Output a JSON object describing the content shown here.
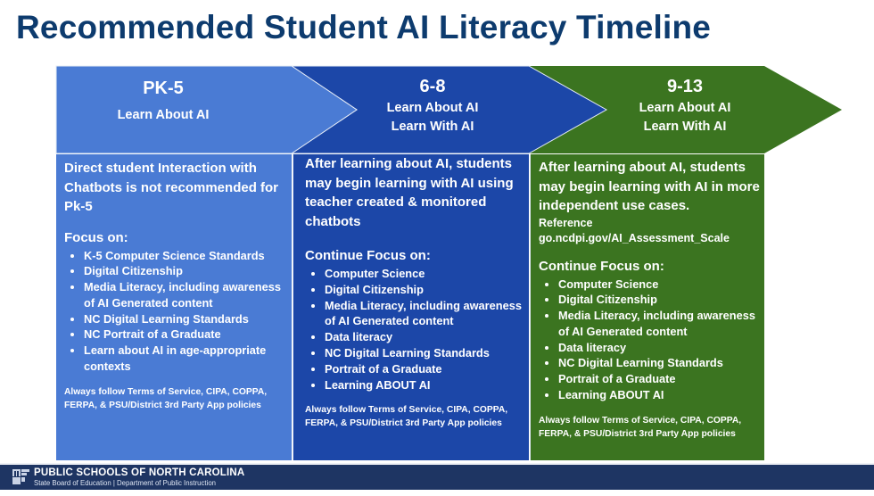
{
  "title": "Recommended Student AI Literacy Timeline",
  "colors": {
    "title": "#0d3b6e",
    "stage1": "#4a7bd4",
    "stage2": "#1c47a8",
    "stage3": "#3b7420",
    "footer": "#1e3563"
  },
  "stages": [
    {
      "grade": "PK-5",
      "subtitle_lines": [
        "Learn About AI"
      ],
      "intro": "Direct student Interaction with Chatbots is not recommended for Pk-5",
      "focus_label": "Focus on:",
      "items": [
        "K-5 Computer Science Standards",
        "Digital Citizenship",
        "Media Literacy, including awareness of AI Generated content",
        "NC Digital Learning Standards",
        "NC Portrait of a Graduate",
        "Learn about AI in age-appropriate contexts"
      ],
      "legal": "Always follow Terms of Service, CIPA, COPPA, FERPA, & PSU/District 3rd Party App policies"
    },
    {
      "grade": "6-8",
      "subtitle_lines": [
        "Learn About AI",
        "Learn  With AI"
      ],
      "intro": "After learning about AI, students may begin learning with AI using teacher created & monitored chatbots",
      "focus_label": "Continue Focus on:",
      "items": [
        "Computer Science",
        "Digital Citizenship",
        "Media Literacy, including awareness of AI Generated content",
        "Data literacy",
        "NC Digital Learning Standards",
        "Portrait of a Graduate",
        "Learning ABOUT AI"
      ],
      "legal": "Always follow Terms of Service, CIPA, COPPA, FERPA, & PSU/District 3rd Party App policies"
    },
    {
      "grade": "9-13",
      "subtitle_lines": [
        "Learn About AI",
        "Learn  With AI"
      ],
      "intro": "After learning about AI, students may begin learning with AI in more independent use cases.",
      "reference_label": "Reference",
      "reference_link": "go.ncdpi.gov/AI_Assessment_Scale",
      "focus_label": "Continue Focus on:",
      "items": [
        "Computer Science",
        "Digital Citizenship",
        "Media Literacy, including awareness of AI Generated content",
        "Data literacy",
        "NC Digital Learning Standards",
        "Portrait of a Graduate",
        "Learning ABOUT AI"
      ],
      "legal": "Always follow Terms of Service, CIPA, COPPA, FERPA, & PSU/District 3rd Party App policies"
    }
  ],
  "footer": {
    "org": "PUBLIC SCHOOLS OF NORTH CAROLINA",
    "sub": "State Board of Education | Department of Public Instruction"
  }
}
